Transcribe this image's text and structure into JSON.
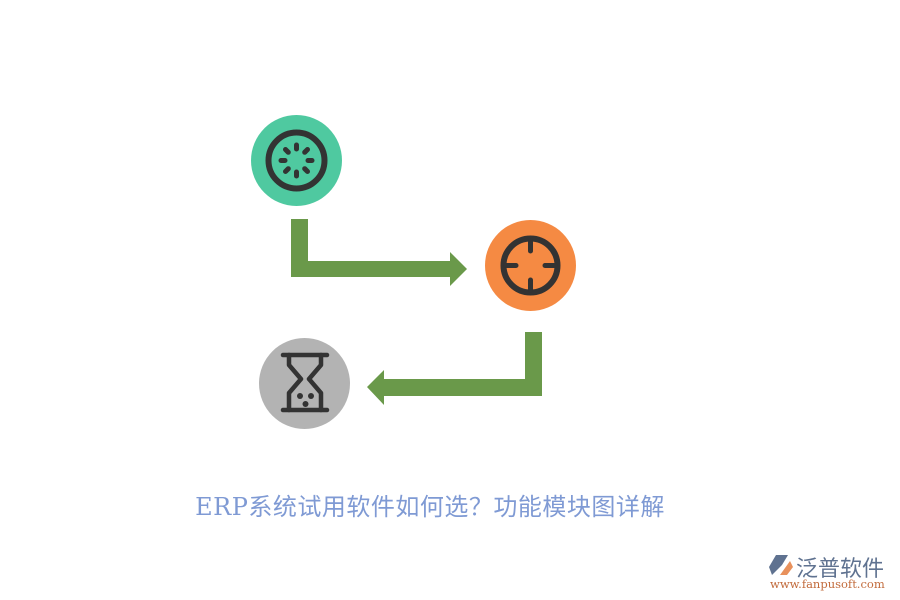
{
  "diagram": {
    "type": "process-flow",
    "nodes": [
      {
        "id": "start",
        "icon": "loading-spinner-icon",
        "color": "#4fc9a0",
        "shape": "circle"
      },
      {
        "id": "target",
        "icon": "crosshair-target-icon",
        "color": "#f58a43",
        "shape": "circle"
      },
      {
        "id": "wait",
        "icon": "hourglass-icon",
        "color": "#b3b3b3",
        "shape": "circle"
      }
    ],
    "edges": [
      {
        "from": "start",
        "to": "target",
        "style": "elbow-arrow",
        "color": "#6a994a"
      },
      {
        "from": "target",
        "to": "wait",
        "style": "elbow-arrow",
        "color": "#6a994a"
      }
    ],
    "icon_stroke_color": "#333333"
  },
  "caption": {
    "text": "ERP系统试用软件如何选？功能模块图详解",
    "color": "#7f9ad4"
  },
  "logo": {
    "name": "泛普软件",
    "url": "www.fanpusoft.com"
  }
}
